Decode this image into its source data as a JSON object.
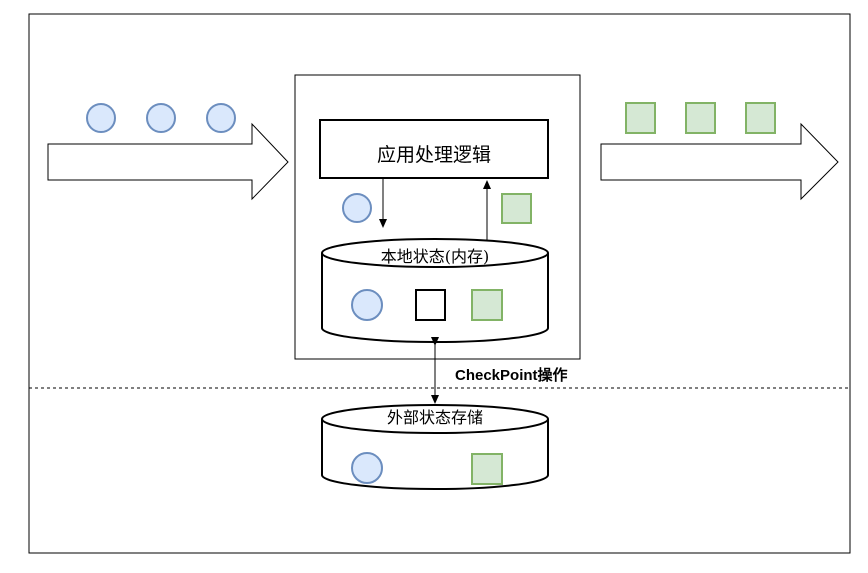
{
  "processor": {
    "label": "应用处理逻辑"
  },
  "local_state": {
    "label": "本地状态(内存)"
  },
  "external_state": {
    "label": "外部状态存储"
  },
  "checkpoint": {
    "label": "CheckPoint操作"
  },
  "colors": {
    "circle_fill": "#dae8fc",
    "circle_stroke": "#6c8ebf",
    "square_fill": "#d5e8d4",
    "square_stroke": "#82b366",
    "line": "#000000"
  }
}
